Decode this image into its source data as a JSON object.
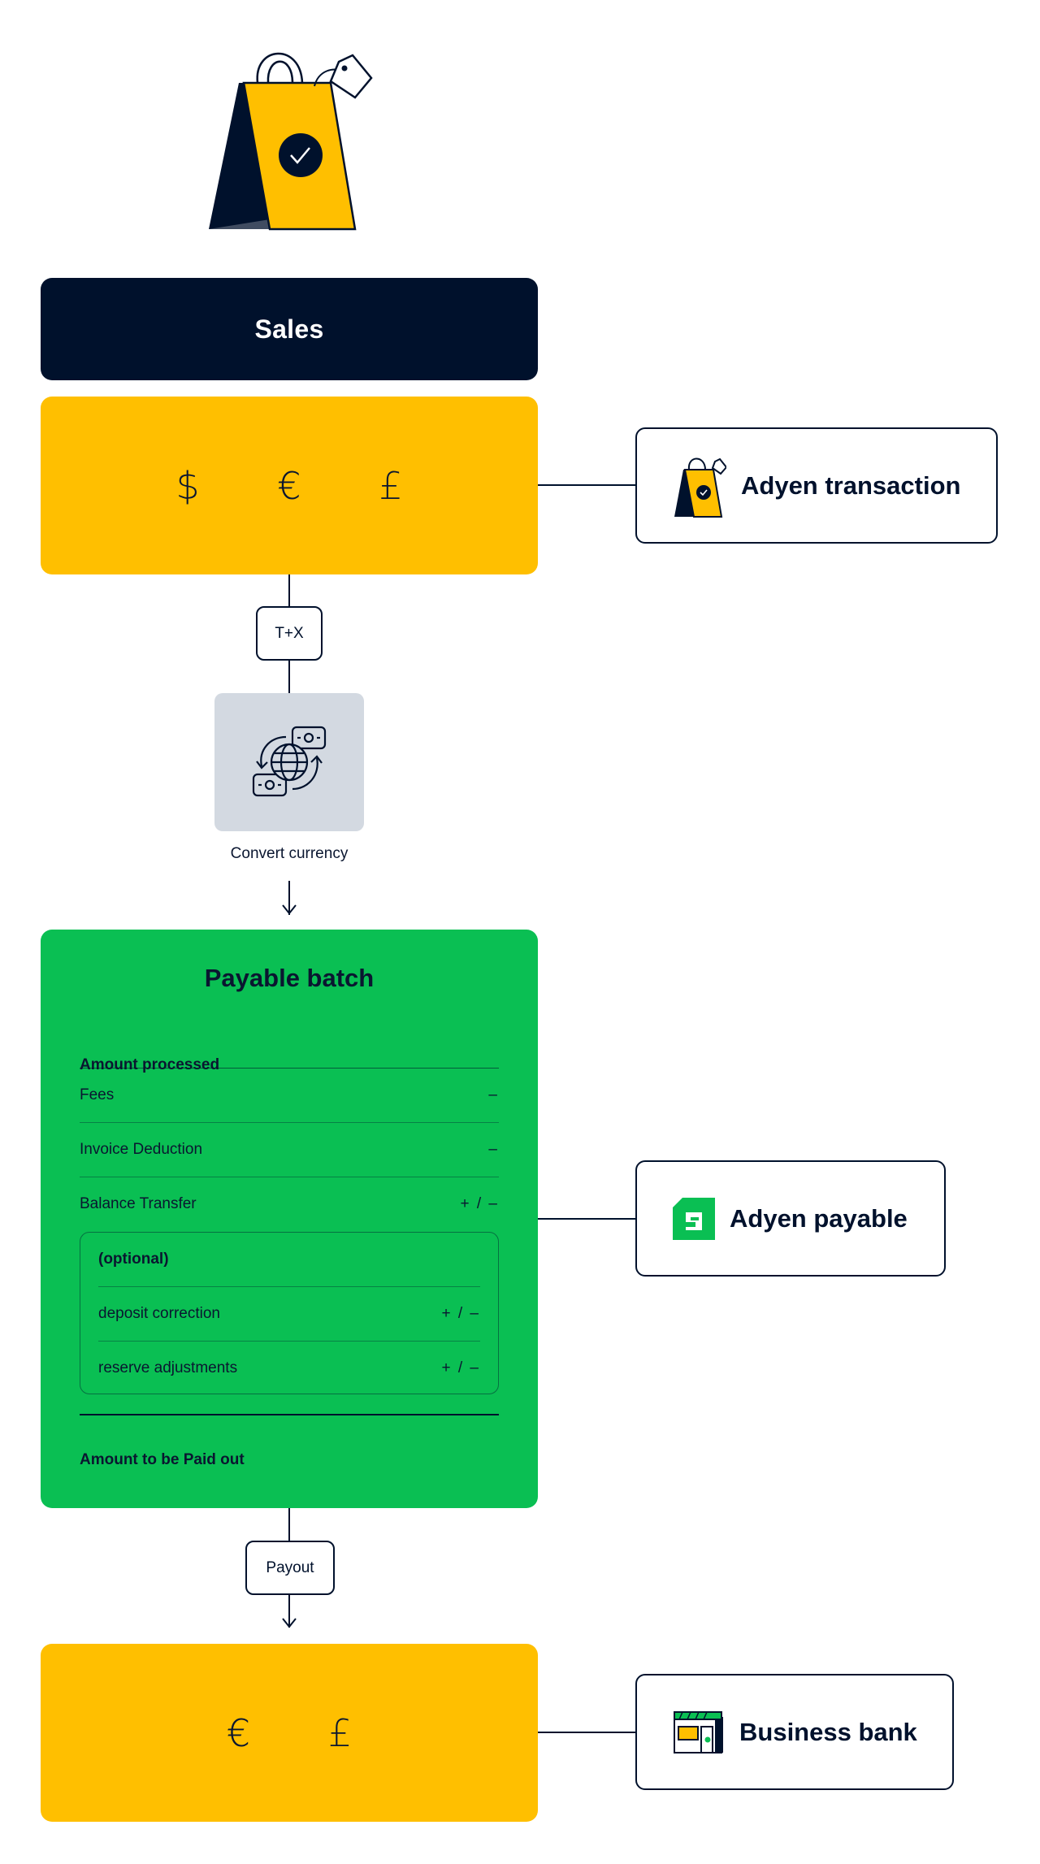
{
  "sales": {
    "title": "Sales"
  },
  "currencies_top": [
    "$",
    "€",
    "£"
  ],
  "pills": {
    "tx": "T+X",
    "payout": "Payout"
  },
  "convert": {
    "caption": "Convert currency"
  },
  "batch": {
    "title": "Payable batch",
    "rows": [
      {
        "label": "Amount processed",
        "signs": ""
      },
      {
        "label": "Fees",
        "signs": "–"
      },
      {
        "label": "Invoice Deduction",
        "signs": "–"
      },
      {
        "label": "Balance Transfer",
        "signs": "+ / –"
      }
    ],
    "optional": {
      "header": "(optional)",
      "rows": [
        {
          "label": "deposit correction",
          "signs": "+ / –"
        },
        {
          "label": "reserve adjustments",
          "signs": "+ / –"
        }
      ]
    },
    "footer": "Amount to be Paid out"
  },
  "currencies_bottom": [
    "€",
    "£"
  ],
  "labels": {
    "transaction": "Adyen transaction",
    "payable": "Adyen payable",
    "bank": "Business bank"
  },
  "colors": {
    "navy": "#00112c",
    "yellow": "#ffbf00",
    "green": "#0abf53",
    "grey": "#d3d9e1"
  },
  "icons": {
    "hero": "shopping-bag-check-icon",
    "transaction": "shopping-bag-icon",
    "convert": "globe-currency-exchange-icon",
    "payable": "adyen-logo-icon",
    "bank": "storefront-icon"
  }
}
